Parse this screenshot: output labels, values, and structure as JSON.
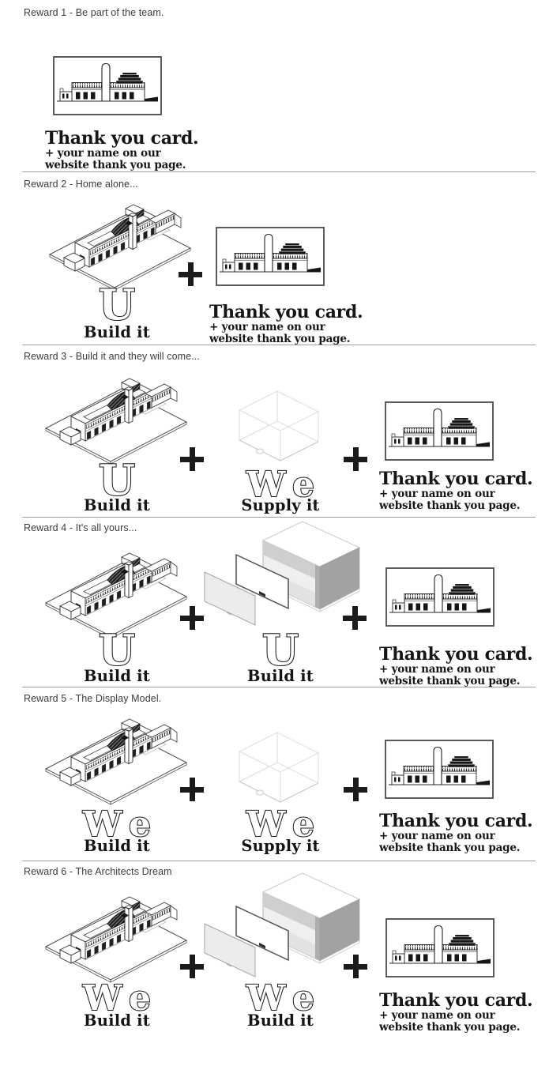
{
  "sections": [
    {
      "label": "Reward 1 - Be part of the team."
    },
    {
      "label": "Reward 2 - Home alone..."
    },
    {
      "label": "Reward 3 - Build it and they will come..."
    },
    {
      "label": "Reward 4 - It's all yours..."
    },
    {
      "label": "Reward 5 - The Display Model."
    },
    {
      "label": "Reward 6 - The Architects Dream"
    }
  ],
  "thank_you_card": {
    "heading": "Thank you card.",
    "line1": "+ your name on our",
    "line2": "website thank you page."
  },
  "badges": {
    "u": "U",
    "we": "We",
    "build_it": "Build it",
    "supply_it": "Supply it"
  },
  "icons": {
    "plus": "plus-icon",
    "factory_model": "factory-model-isometric-illustration",
    "display_case": "display-case-wireframe-illustration",
    "display_case_exploded": "display-case-exploded-illustration",
    "thank_you_card": "thank-you-card-front-illustration"
  },
  "colors": {
    "text": "#1a1a1a",
    "label_text": "#3b3b3b",
    "divider": "#a0a0a0",
    "case_gray": "#a2a2a2",
    "panel_gray": "#ececec",
    "background": "#ffffff"
  }
}
